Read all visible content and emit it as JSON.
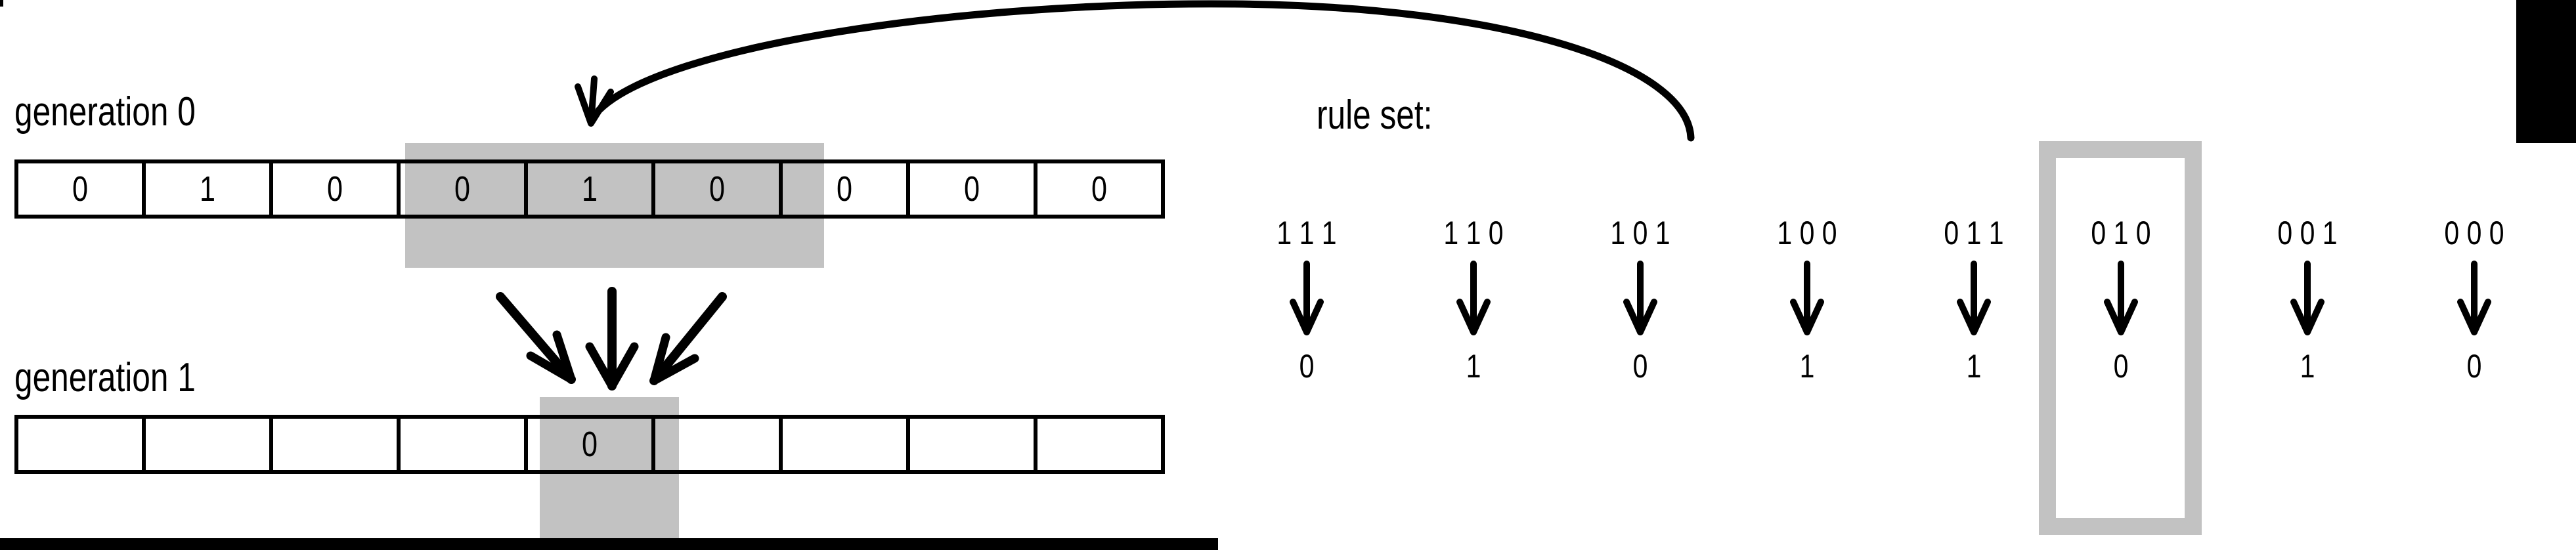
{
  "diagram": {
    "title_gen0": "generation 0",
    "title_gen1": "generation 1",
    "ruleset_label": "rule set:",
    "highlight_color": "#c2c2c2",
    "ink_color": "#000000",
    "background_color": "#ffffff"
  },
  "generation0": {
    "label": "generation 0",
    "cells": [
      "0",
      "1",
      "0",
      "0",
      "1",
      "0",
      "0",
      "0",
      "0"
    ],
    "highlighted_indices": [
      3,
      4,
      5
    ]
  },
  "generation1": {
    "label": "generation 1",
    "cells": [
      "",
      "",
      "",
      "",
      "0",
      "",
      "",
      "",
      ""
    ],
    "highlighted_indices": [
      4
    ]
  },
  "ruleset": {
    "label": "rule set:",
    "arrow_glyph": "down-arrow",
    "rules": [
      {
        "pattern": "1 1 1",
        "output": "0",
        "highlighted": false
      },
      {
        "pattern": "1 1 0",
        "output": "1",
        "highlighted": false
      },
      {
        "pattern": "1 0 1",
        "output": "0",
        "highlighted": false
      },
      {
        "pattern": "1 0 0",
        "output": "1",
        "highlighted": false
      },
      {
        "pattern": "0 1 1",
        "output": "1",
        "highlighted": false
      },
      {
        "pattern": "0 1 0",
        "output": "0",
        "highlighted": true
      },
      {
        "pattern": "0 0 1",
        "output": "1",
        "highlighted": false
      },
      {
        "pattern": "0 0 0",
        "output": "0",
        "highlighted": false
      }
    ]
  },
  "annotations": {
    "curved_arrow": "curved-arrow-from-ruleset-to-generation0",
    "converging_arrows": "three-arrows-converging-to-generation1-cell"
  }
}
